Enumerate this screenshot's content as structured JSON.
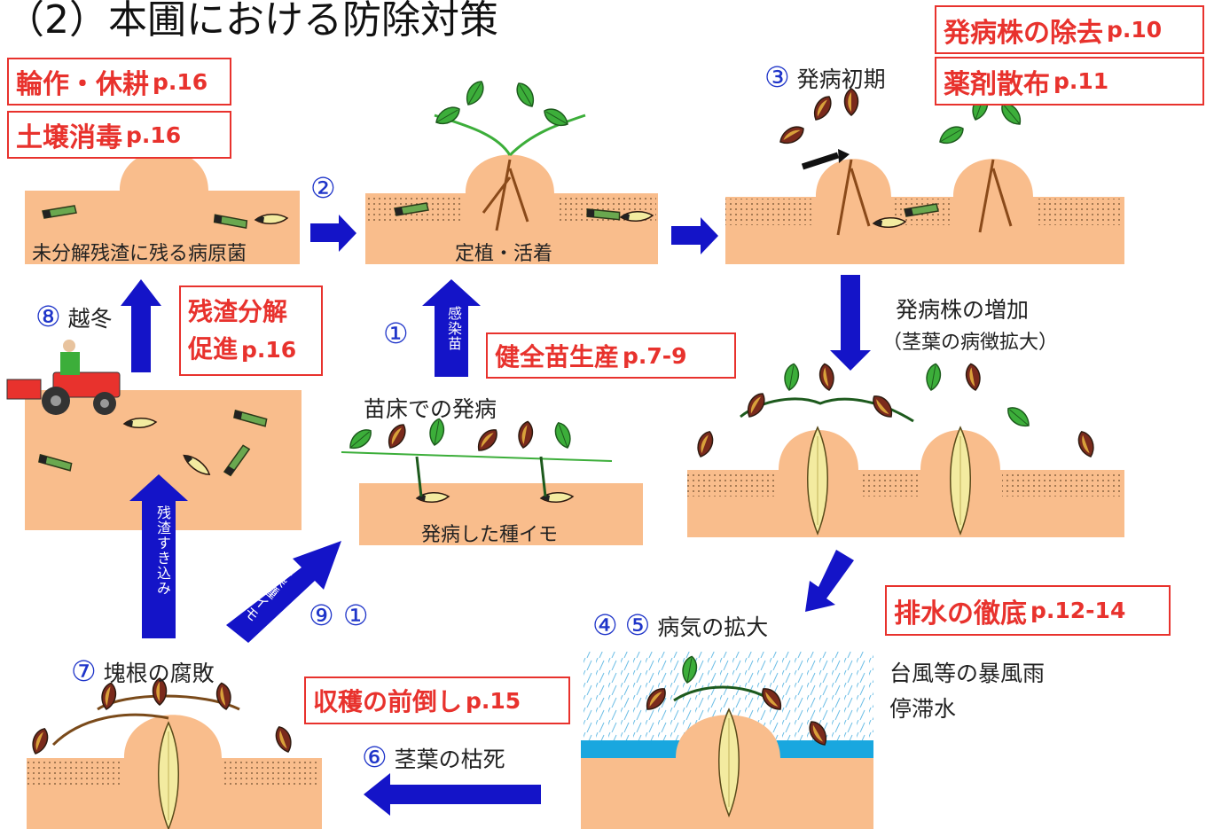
{
  "title": "（2）本圃における防除対策",
  "measures": {
    "rotation": {
      "text": "輪作・休耕",
      "page": "p.16"
    },
    "soil_disinfection": {
      "text": "土壌消毒",
      "page": "p.16"
    },
    "remove_diseased": {
      "text": "発病株の除去",
      "page": "p.10"
    },
    "spraying": {
      "text": "薬剤散布",
      "page": "p.11"
    },
    "residue_decomposition": {
      "line1": "残渣分解",
      "line2": "促進",
      "page": "p.16"
    },
    "healthy_seedling": {
      "text": "健全苗生産",
      "page": "p.7-9"
    },
    "drainage": {
      "text": "排水の徹底",
      "page": "p.12-14"
    },
    "early_harvest": {
      "text": "収穫の前倒し",
      "page": "p.15"
    }
  },
  "stages": {
    "pathogen": "未分解残渣に残る病原菌",
    "planting": "定植・活着",
    "planting_num": "②",
    "early": "発病初期",
    "early_num": "③",
    "increase": "発病株の増加",
    "increase_sub": "（茎葉の病徴拡大）",
    "nursery": "苗床での発病",
    "seed_tuber": "発病した種イモ",
    "spread": "病気の拡大",
    "spread_nums": [
      "④",
      "⑤"
    ],
    "storm": "台風等の暴風雨",
    "stagnant": "停滞水",
    "wilt": "茎葉の枯死",
    "wilt_num": "⑥",
    "rot": "塊根の腐敗",
    "rot_num": "⑦",
    "overwinter": "越冬",
    "overwinter_num": "⑧",
    "nursery_nums": [
      "①"
    ],
    "seed_nums": [
      "⑨",
      "①"
    ]
  },
  "arrow_labels": {
    "infected_seedling": "感染苗",
    "infected_seed": "感染種イモ",
    "plow_in": "残渣すき込み"
  },
  "colors": {
    "soil": "#f9bd8c",
    "arrow": "#1414c8",
    "red": "#e8322d",
    "water": "#19a7df",
    "leaf": "#3cae3a"
  }
}
